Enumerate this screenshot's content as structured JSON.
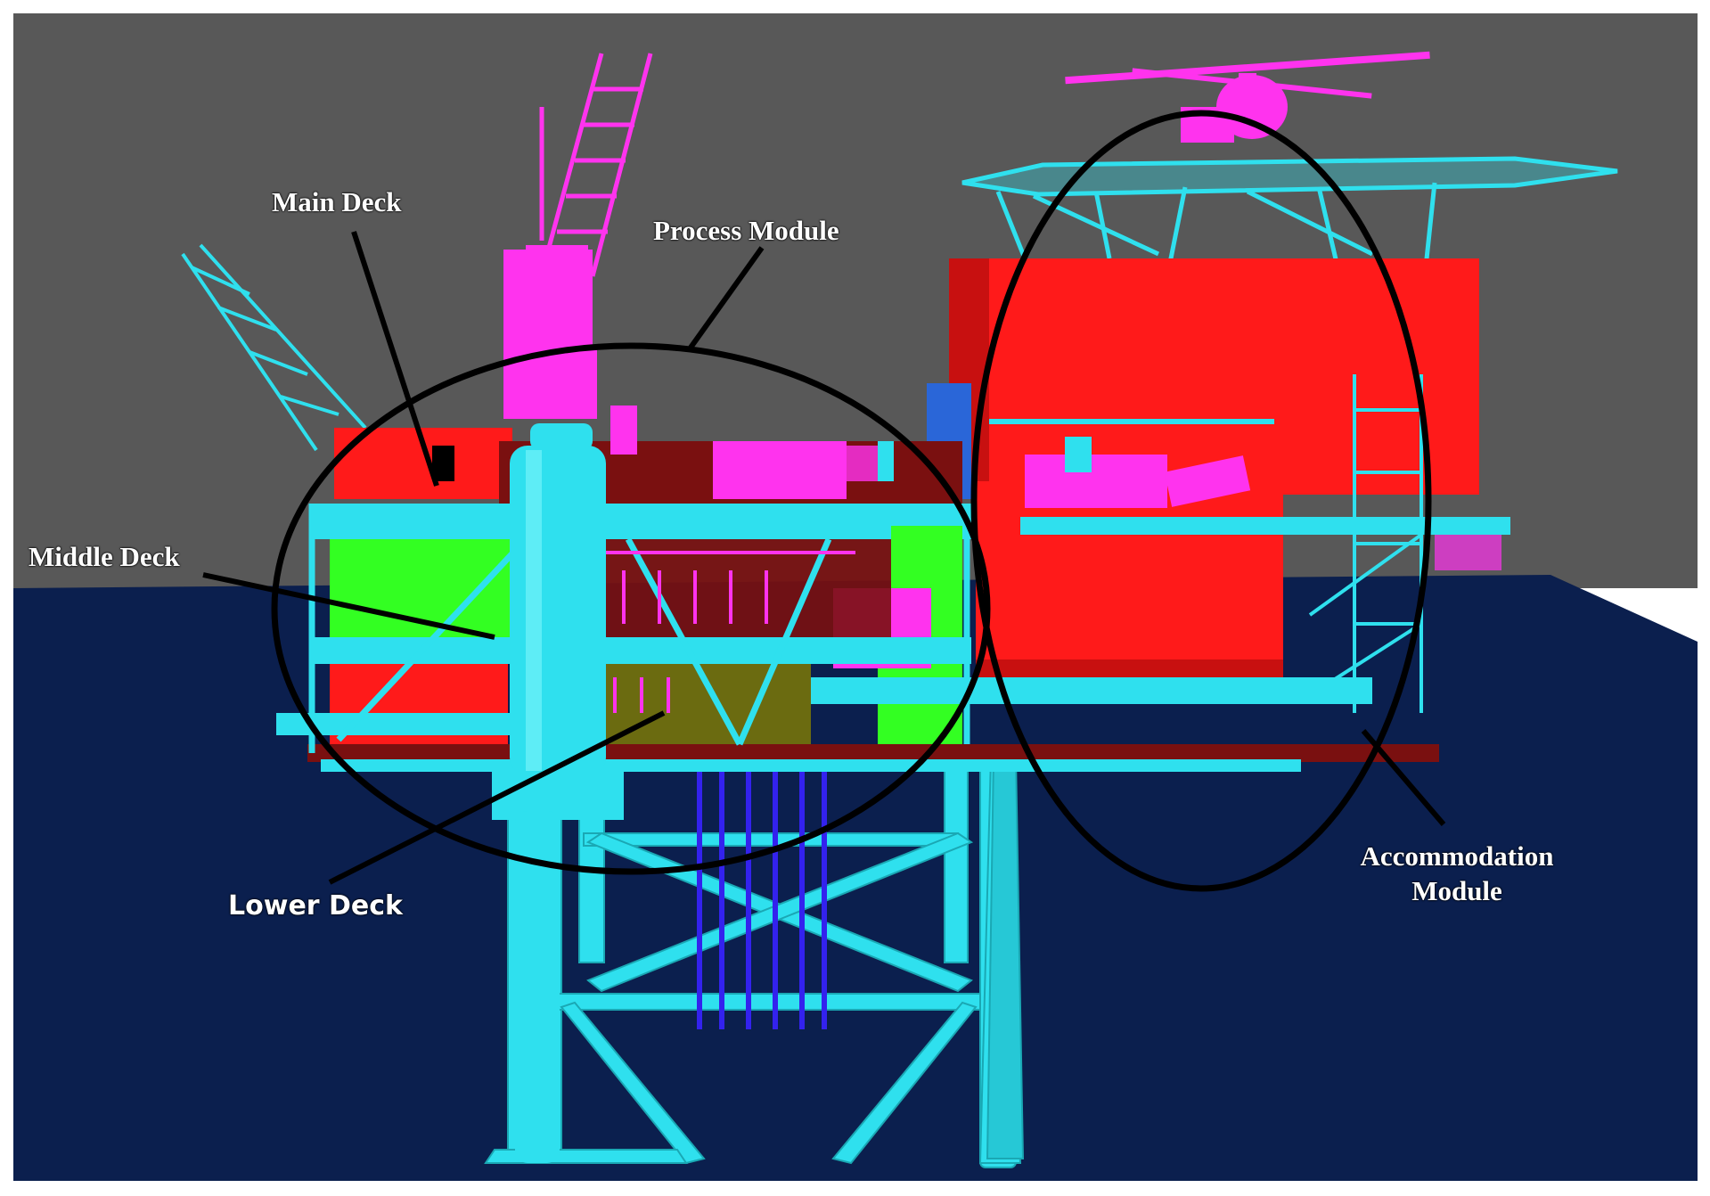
{
  "labels": {
    "main_deck": "Main Deck",
    "process_module": "Process Module",
    "middle_deck": "Middle Deck",
    "lower_deck": "Lower Deck",
    "accommodation_line1": "Accommodation",
    "accommodation_line2": "Module"
  },
  "colors": {
    "sky": "#585858",
    "sea": "#0b1f4e",
    "structure": "#2fe0ee",
    "module_red": "#ff1a1a",
    "deck_dark_red": "#7a1010",
    "equipment_magenta": "#ff33ee",
    "equipment_green": "#33ff22",
    "riser_blue": "#3322ee",
    "outline": "#000000"
  }
}
